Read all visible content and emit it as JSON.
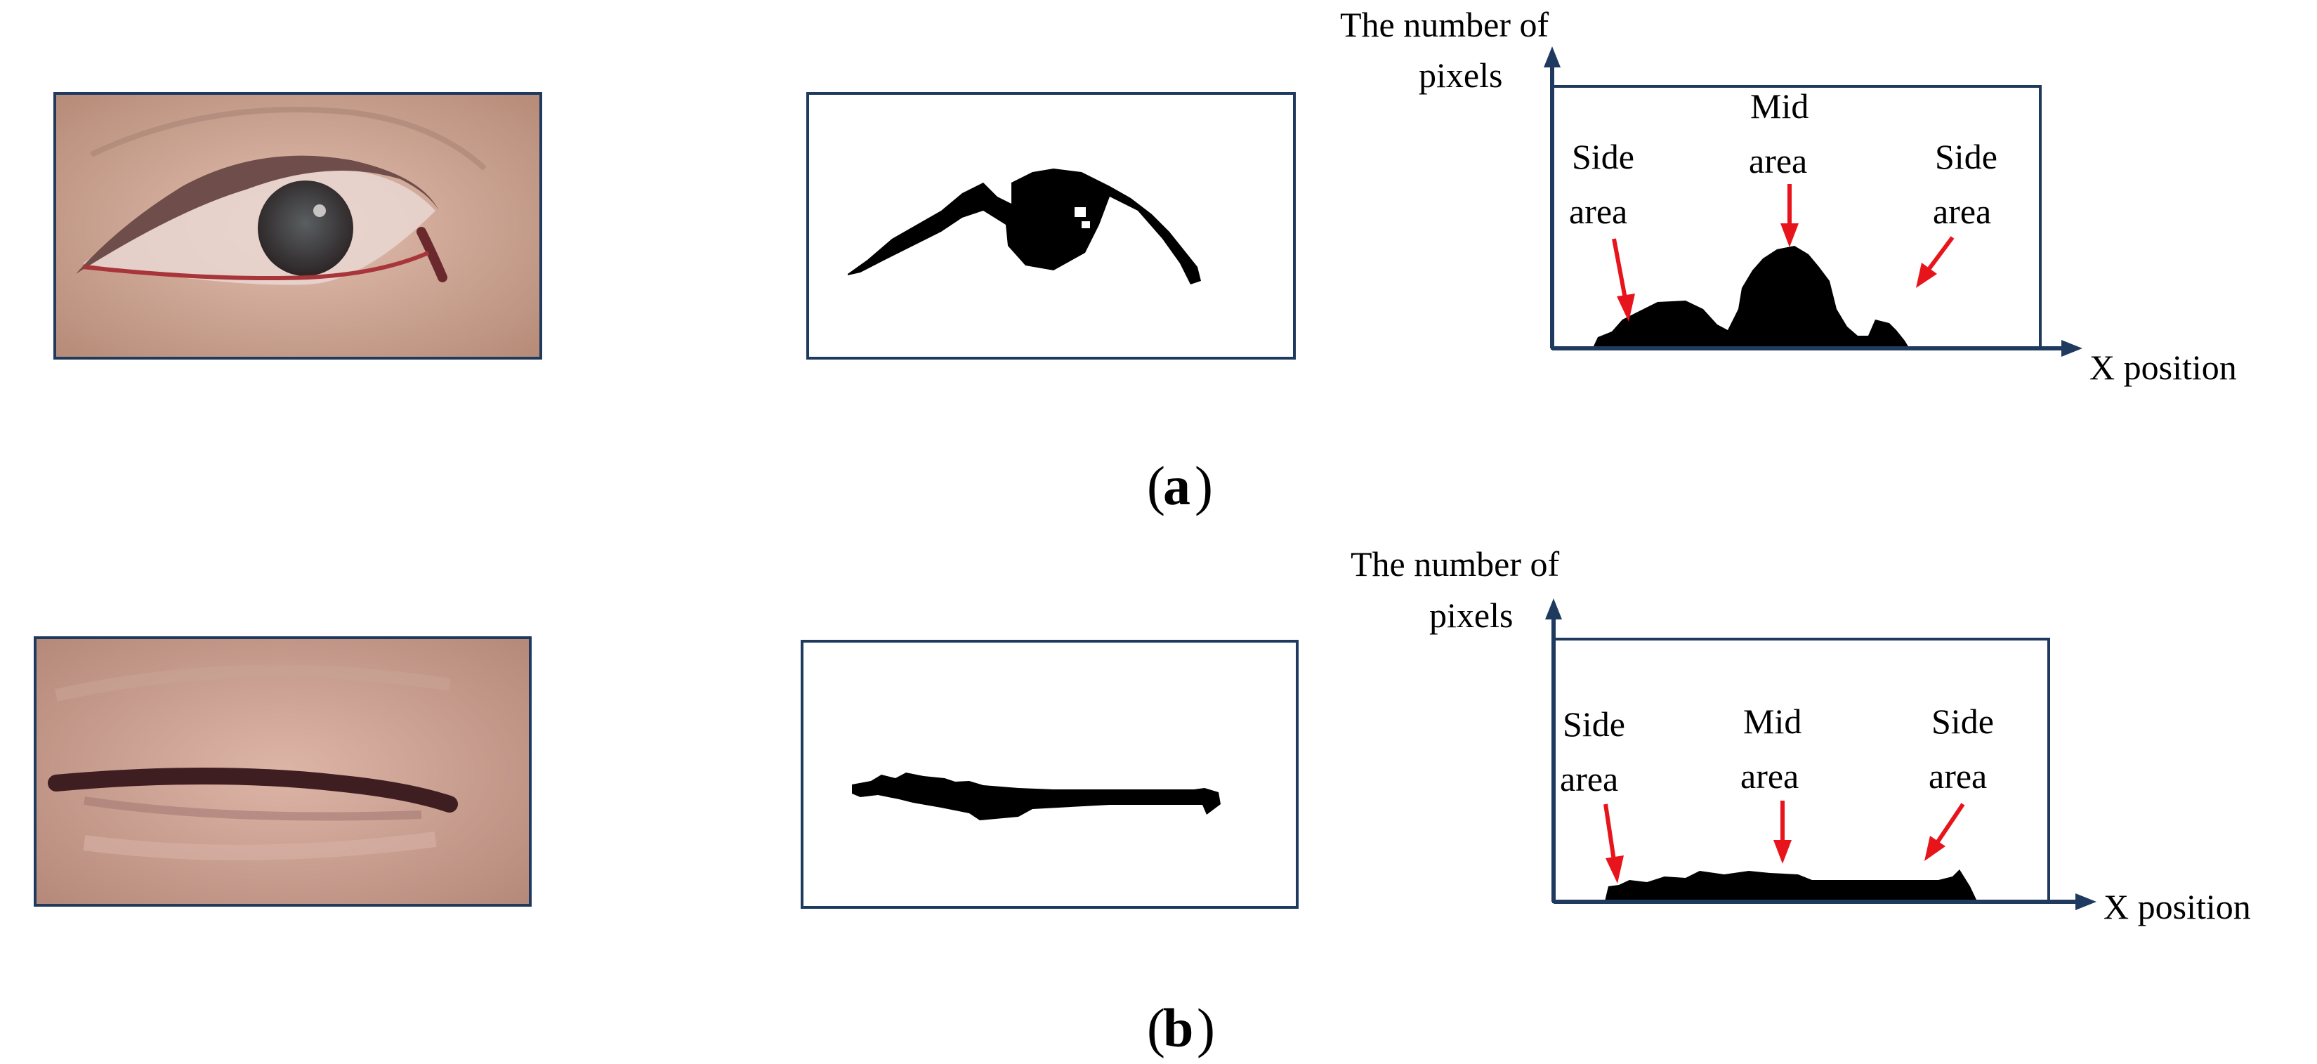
{
  "colors": {
    "frame": "#1f3a5f",
    "axis": "#1f3a5f",
    "arrow": "#e8141c",
    "skin": "#c99e8d",
    "blob": "#000000"
  },
  "panel_a": {
    "caption_letter": "a",
    "ylabel_line1": "The number of",
    "ylabel_line2": "pixels",
    "xlabel": "X position",
    "left_label_line1": "Side",
    "left_label_line2": "area",
    "mid_label_line1": "Mid",
    "mid_label_line2": "area",
    "right_label_line1": "Side",
    "right_label_line2": "area"
  },
  "panel_b": {
    "caption_letter": "b",
    "ylabel_line1": "The number of",
    "ylabel_line2": "pixels",
    "xlabel": "X position",
    "left_label_line1": "Side",
    "left_label_line2": "area",
    "mid_label_line1": "Mid",
    "mid_label_line2": "area",
    "right_label_line1": "Side",
    "right_label_line2": "area"
  },
  "icons": {
    "photo_open": "open-eye-photo-icon",
    "photo_closed": "closed-eye-photo-icon",
    "binary_open": "open-eye-binary-icon",
    "binary_closed": "closed-eye-binary-icon"
  }
}
